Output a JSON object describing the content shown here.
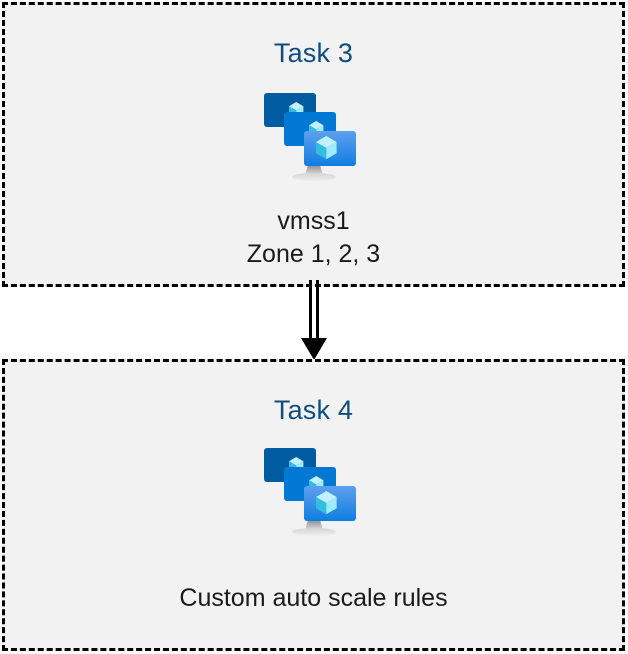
{
  "diagram": {
    "background_color": "#ffffff",
    "box_fill_color": "#f2f2f2",
    "box_border_color": "#000000",
    "box_border_style": "dashed",
    "title_color": "#0f4d7f",
    "caption_color": "#1a1a1a",
    "connector_color": "#000000",
    "nodes": [
      {
        "id": "task-3",
        "title": "Task 3",
        "icon": "azure-vm-scale-set-icon",
        "captions": [
          "vmss1",
          "Zone 1, 2, 3"
        ]
      },
      {
        "id": "task-4",
        "title": "Task 4",
        "icon": "azure-vm-scale-set-icon",
        "captions": [
          "Custom auto scale rules"
        ]
      }
    ],
    "connector": {
      "id": "task3-to-task4",
      "name": "double-line-down-arrow",
      "from": "task-3",
      "to": "task-4",
      "direction": "down"
    },
    "icon_colors": {
      "monitor_back": "#005ba1",
      "monitor_mid": "#0078d4",
      "monitor_front_top": "#5ea0ef",
      "monitor_front_bottom": "#0f7ee0",
      "cube_light": "#c3f1ff",
      "cube_mid": "#9cebff",
      "cube_dark": "#32bedd",
      "stand_top": "#949494",
      "stand_bottom": "#e8e8e8"
    }
  }
}
